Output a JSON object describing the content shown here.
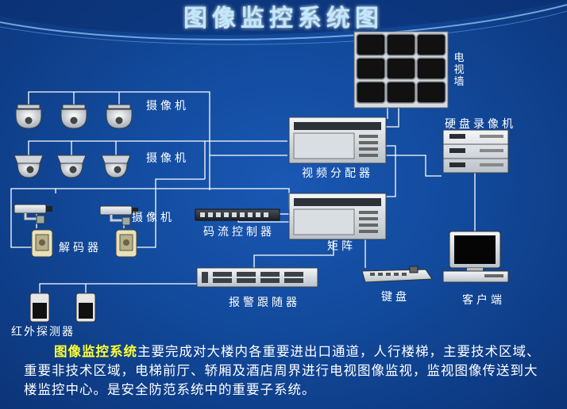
{
  "title": "图像监控系统图",
  "labels": {
    "tv_wall": "电视墙",
    "camera_1": "摄像机",
    "camera_2": "摄像机",
    "camera_3": "摄像机",
    "decoder": "解码器",
    "video_distributor": "视频分配器",
    "dvr": "硬盘录像机",
    "code_controller": "码流控制器",
    "matrix": "矩阵",
    "alarm_follower": "报警跟随器",
    "keyboard": "键盘",
    "client": "客户端",
    "ir_detector": "红外探测器"
  },
  "description": {
    "highlight": "图像监控系统",
    "text": "主要完成对大楼内各重要进出口通道，人行楼梯，主要技术区域、重要非技术区域，电梯前厅、轿厢及酒店周界进行电视图像监视，监视图像传送到大楼监控中心。是安全防范系统中的重要子系统。"
  },
  "colors": {
    "background": "#124a9c",
    "line": "#ffffff",
    "highlight": "#ffff33"
  }
}
